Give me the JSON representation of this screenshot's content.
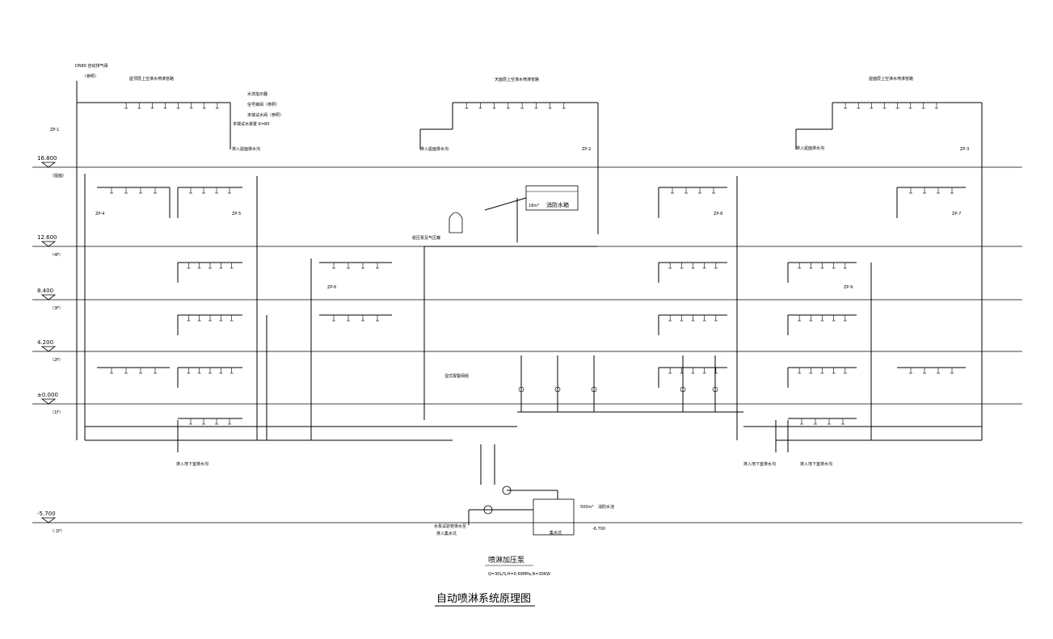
{
  "title": "自动喷淋系统原理图",
  "levels": [
    {
      "elevation": "16.800",
      "floor": "（屋面）"
    },
    {
      "elevation": "12.600",
      "floor": "（4F）"
    },
    {
      "elevation": "8.400",
      "floor": "（3F）"
    },
    {
      "elevation": "4.200",
      "floor": "（2F）"
    },
    {
      "elevation": "±0.000",
      "floor": "（1F）"
    },
    {
      "elevation": "-5.700",
      "floor": "（-1F）"
    }
  ],
  "risers": [
    "ZP-1",
    "ZP-2",
    "ZP-3",
    "ZP-4",
    "ZP-5",
    "ZP-6",
    "ZP-7",
    "ZP-8",
    "ZP-9"
  ],
  "labels": {
    "exhaust_valve": "DN80 自动排气阀",
    "exhaust_valve_note": "（参照）",
    "roof_pipes_left": "屋顶层上空淋水喷淋管路",
    "roof_pipes_mid": "天面层上空淋水喷淋管路",
    "roof_pipes_right": "屋面层上空淋水喷淋管路",
    "water_flow": "水流指示器",
    "signal_valve": "信号蝶阀（参照）",
    "test_valve": "末端试水阀（参照）",
    "test_device": "末端试水装置 K=80",
    "drain": "排入屋面排水沟",
    "tank": "消防水箱",
    "tank_volume": "18m³",
    "pressure_tank": "稳压泵及气压罐",
    "alarm_valve": "湿式报警阀组",
    "pump": "喷淋加压泵",
    "pump_spec": "Q=30L/S,H=0.69MPa,N=30KW",
    "pool": "消防水池",
    "pool_volume": "500m³",
    "sump": "集水坑",
    "sump_level": "-6.700",
    "pump_inlet": "水泵试验管排水至",
    "pump_inlet2": "排入集水坑",
    "outlet_drain": "排入地下室排水沟"
  },
  "colors": {
    "line": "#000000",
    "background": "#ffffff"
  }
}
